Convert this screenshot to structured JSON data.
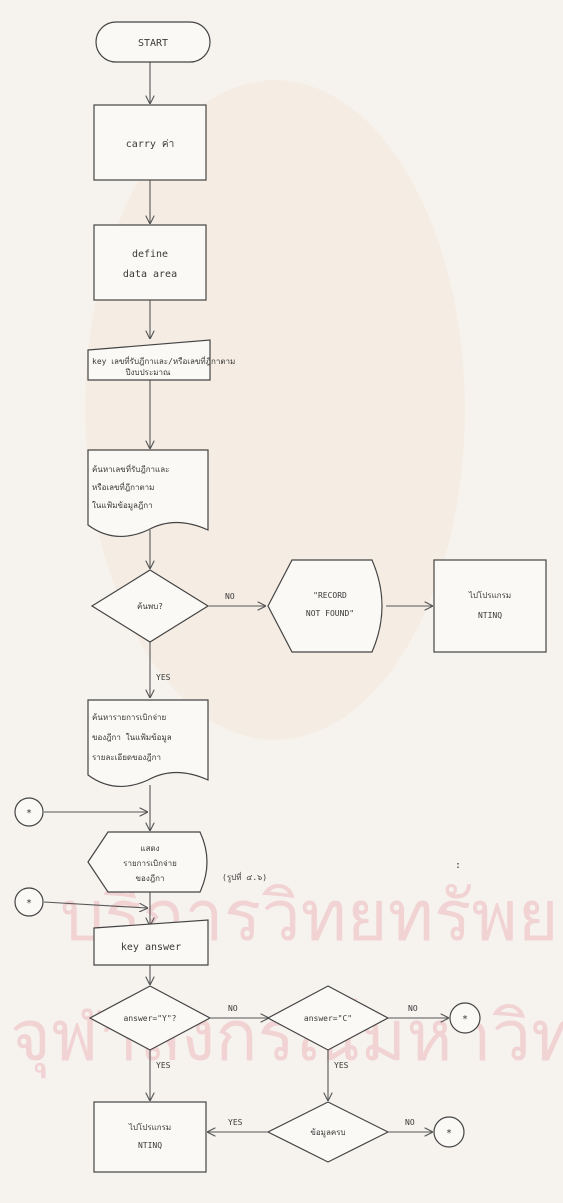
{
  "watermark": {
    "line1": "บริการวิทยทรัพยากร",
    "line2": "จุฬาลงกรณ์มหาวิทยาลัย",
    "color": "#f2d3d3",
    "emblem_color": "#f4e7d8"
  },
  "flowchart": {
    "start": "START",
    "carry": "carry ค่า",
    "define_line1": "define",
    "define_line2": "data area",
    "key_line1": "key เลขที่รับฎีกาและ/หรือเลขที่ฎีกาตาม",
    "key_line2": "ปีงบประมาณ",
    "search_line1": "ค้นหาเลขที่รับฎีกาและ",
    "search_line2": "หรือเลขที่ฎีกาตาม",
    "search_line3": "ในแฟ้มข้อมูลฎีกา",
    "found_q": "ค้นพบ?",
    "no_label_1": "NO",
    "not_found_line1": "\"RECORD",
    "not_found_line2": "NOT FOUND\"",
    "goto_line1": "ไปโปรแกรม",
    "goto_line2": "NTINQ",
    "yes_label_1": "YES",
    "list_line1": "ค้นหารายการเบิกจ่าย",
    "list_line2": "ของฎีกา ในแฟ้มข้อมูล",
    "list_line3": "รายละเอียดของฎีกา",
    "connector": "*",
    "display_line1": "แสดง",
    "display_line2": "รายการเบิกจ่าย",
    "display_line3": "ของฎีกา",
    "display_note": "(รูปที่ ๔.๖)",
    "key_answer": "key answer",
    "answer_y_q": "answer=\"Y\"?",
    "answer_c_q": "answer=\"C\"",
    "no_label_2": "NO",
    "no_label_3": "NO",
    "yes_label_2": "YES",
    "yes_label_3": "YES",
    "goto2_line1": "ไปโปรแกรม",
    "goto2_line2": "NTINQ",
    "data_q": "ข้อมูลครบ",
    "yes_label_4": "YES",
    "no_label_4": "NO",
    "side_mark": ":"
  }
}
